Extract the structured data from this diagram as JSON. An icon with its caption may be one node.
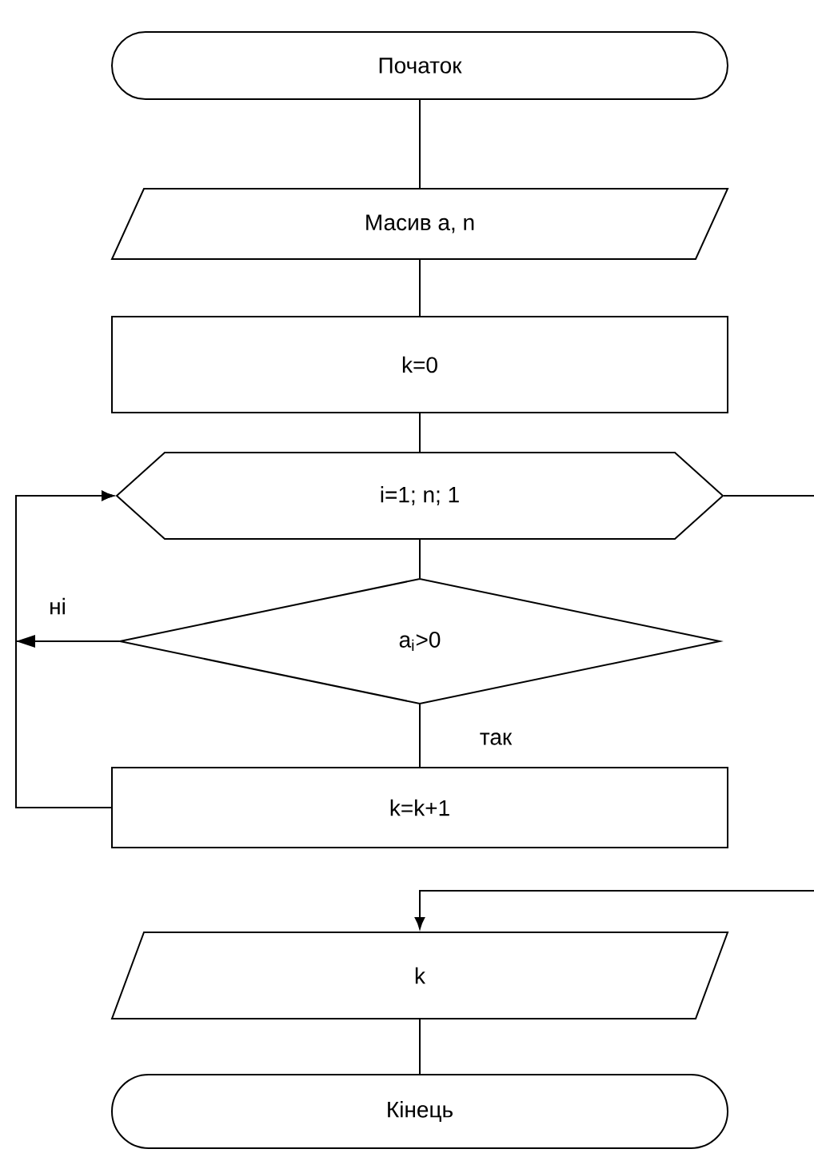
{
  "diagram": {
    "nodes": [
      {
        "text": [
          "Початок"
        ]
      },
      {
        "text": [
          "Масив a, n"
        ]
      },
      {
        "text": [
          "k=0"
        ]
      },
      {
        "text": [
          "i=1; n; 1"
        ]
      },
      {
        "text": [
          "a$_{i}$>0"
        ]
      },
      {
        "text": [
          "k=k+1"
        ]
      },
      {
        "text": [
          "k"
        ]
      },
      {
        "text": [
          "Кінець"
        ]
      }
    ],
    "edges": [
      {
        "from": 0,
        "to": 1,
        "arrow": "none"
      },
      {
        "from": 1,
        "to": 2,
        "arrow": "none"
      },
      {
        "from": 2,
        "to": 3,
        "arrow": "none"
      },
      {
        "from": 3,
        "to": 4,
        "arrow": "none"
      },
      {
        "from": 4,
        "to": 5,
        "arrow": "none",
        "label": "так"
      },
      {
        "from": 4,
        "to": 3,
        "arrow": "to",
        "label": "ні"
      },
      {
        "from": 5,
        "to": 3,
        "arrow": "to"
      },
      {
        "from": 3,
        "to": 6,
        "arrow": "to"
      },
      {
        "from": 6,
        "to": 7,
        "arrow": "none"
      }
    ]
  }
}
